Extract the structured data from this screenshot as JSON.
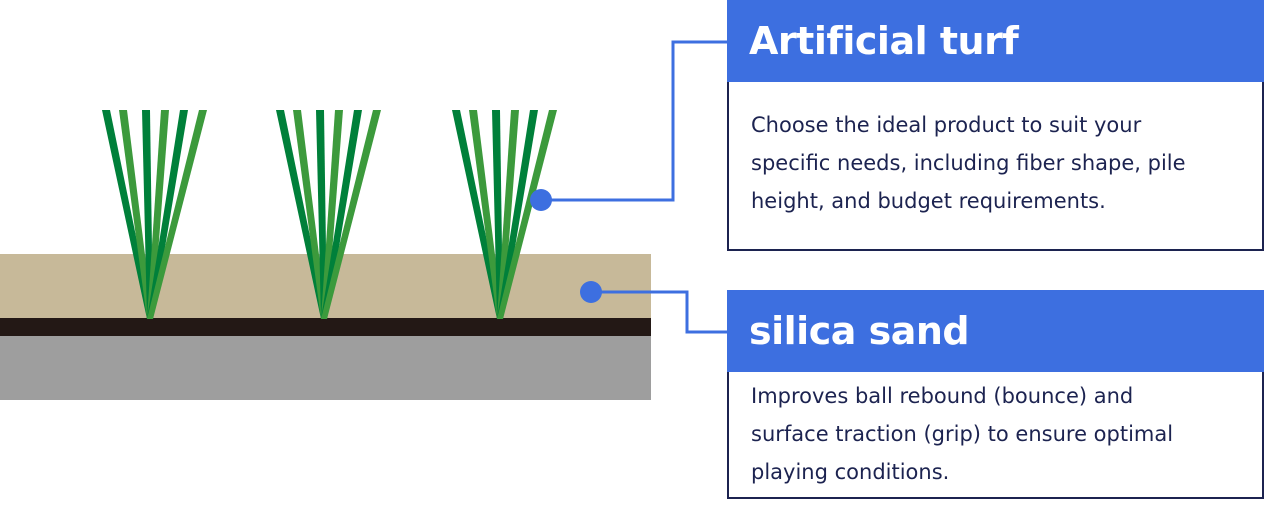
{
  "colors": {
    "callout_header": "#3d6fe0",
    "callout_border": "#1c2350",
    "callout_text": "#1c2350",
    "connector": "#3d6fe0",
    "sand": "#c7b999",
    "backing": "#231815",
    "base": "#9e9e9e",
    "blade_dark": "#00803a",
    "blade_light": "#3c9a3c"
  },
  "callouts": {
    "turf": {
      "title": "Artificial turf",
      "body_lines": [
        "Choose the ideal product to suit your",
        "specific needs, including fiber shape, pile",
        "height, and budget requirements."
      ]
    },
    "sand": {
      "title": "silica sand",
      "body_lines": [
        "Improves ball rebound (bounce) and",
        "surface traction (grip) to ensure optimal",
        "playing conditions."
      ]
    }
  },
  "illustration": {
    "tuft_count": 3,
    "layers": [
      "silica-sand-layer",
      "backing-layer",
      "base-layer"
    ]
  }
}
